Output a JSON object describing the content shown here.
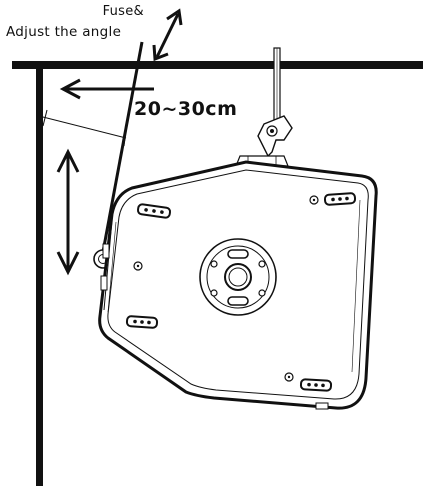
{
  "annotations": {
    "fuse_label": "Fuse&",
    "adjust_label": "Adjust the angle",
    "distance_label": "20~30cm"
  },
  "icons": {
    "wall_to_speaker_arrow": "arrow-left-icon",
    "adjust_arrow": "double-arrow-diagonal-icon",
    "vertical_arrow": "double-arrow-vertical-icon"
  },
  "colors": {
    "line": "#111111",
    "background": "#ffffff"
  }
}
